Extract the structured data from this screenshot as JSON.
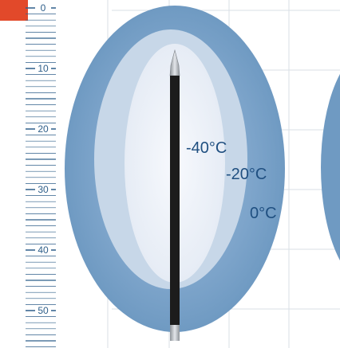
{
  "ruler": {
    "labels": [
      "0",
      "10",
      "20",
      "30",
      "40",
      "50"
    ]
  },
  "zones": {
    "inner_label": "-40°C",
    "middle_label": "-20°C",
    "outer_label": "0°C"
  },
  "colors": {
    "outer_zone": "#6f9ac2",
    "middle_zone": "#c7d7e8",
    "inner_zone": "#f0f3fa",
    "probe": "#1c1c1c",
    "tip": "#b8bcc2",
    "marker": "#e2492a",
    "ruler_lines": "#2f5f8a",
    "grid": "#d9dfe6"
  },
  "icons": {
    "probe": "cryo-probe-icon",
    "marker": "orange-marker"
  }
}
